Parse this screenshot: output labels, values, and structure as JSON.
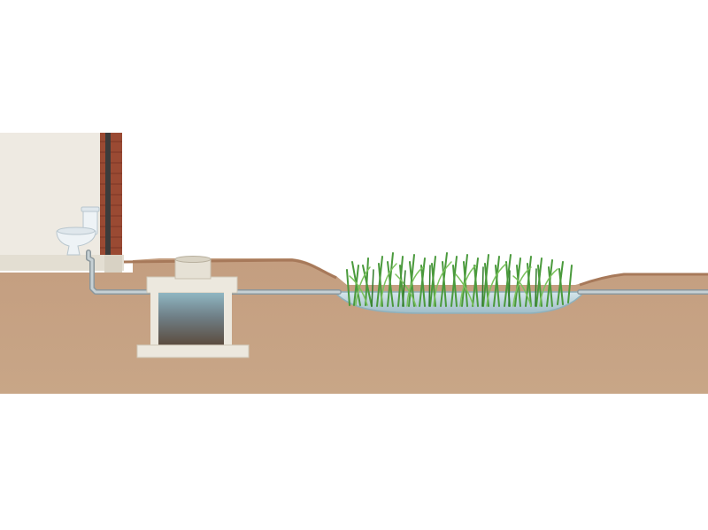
{
  "diagram": {
    "components": [
      {
        "id": "house",
        "icon": "house-wall"
      },
      {
        "id": "toilet",
        "icon": "toilet-icon"
      },
      {
        "id": "septic-tank",
        "icon": "septic-tank"
      },
      {
        "id": "wetland",
        "icon": "reed-bed"
      },
      {
        "id": "pipe",
        "icon": "pipe"
      }
    ],
    "colors": {
      "background": "#ffffff",
      "soil": "#c9a585",
      "soil_dark": "#b98e6f",
      "concrete": "#e9e5da",
      "sludge": "#5d6b70",
      "water": "#a9c6cf",
      "reed": "#4a9a3c",
      "brick": "#9a4a33",
      "pipe": "#a8b3b8"
    }
  }
}
